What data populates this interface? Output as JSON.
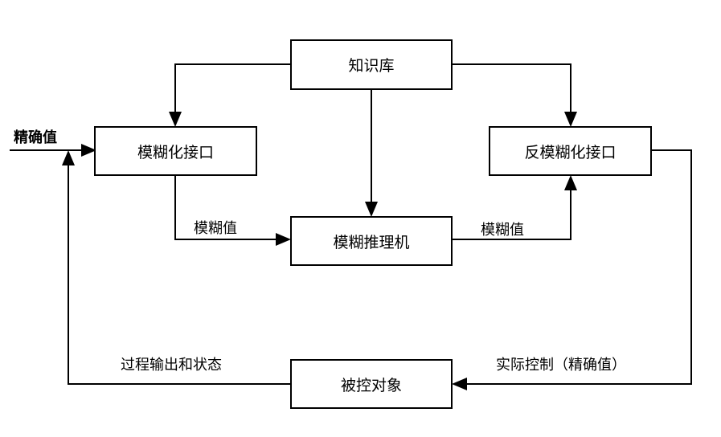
{
  "nodes": {
    "knowledge_base": "知识库",
    "fuzzification": "模糊化接口",
    "inference": "模糊推理机",
    "defuzzification": "反模糊化接口",
    "plant": "被控对象"
  },
  "edge_labels": {
    "crisp_input": "精确值",
    "fuzzy_value_left": "模糊值",
    "fuzzy_value_right": "模糊值",
    "process_output": "过程输出和状态",
    "actual_control": "实际控制（精确值）"
  }
}
